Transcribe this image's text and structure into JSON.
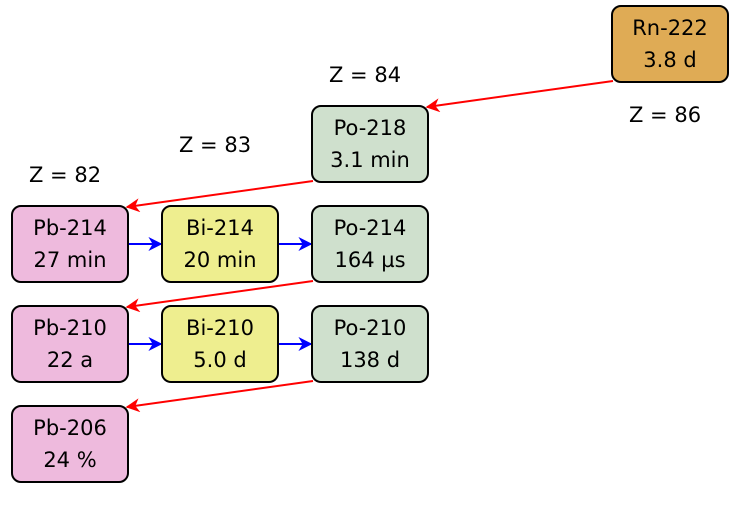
{
  "title": "Radon-222 decay chain",
  "colors": {
    "Rn": "#dfab55",
    "Po": "#cfe0cd",
    "Bi": "#eeee8f",
    "Pb": "#eebadd",
    "alpha_arrow": "#ff0000",
    "beta_arrow": "#0000ff"
  },
  "z_labels": [
    {
      "text": "Z = 86"
    },
    {
      "text": "Z = 84"
    },
    {
      "text": "Z = 83"
    },
    {
      "text": "Z = 82"
    }
  ],
  "nodes": [
    {
      "id": "rn222",
      "nuclide": "Rn-222",
      "value": "3.8 d",
      "element": "Rn"
    },
    {
      "id": "po218",
      "nuclide": "Po-218",
      "value": "3.1 min",
      "element": "Po"
    },
    {
      "id": "pb214",
      "nuclide": "Pb-214",
      "value": "27 min",
      "element": "Pb"
    },
    {
      "id": "bi214",
      "nuclide": "Bi-214",
      "value": "20 min",
      "element": "Bi"
    },
    {
      "id": "po214",
      "nuclide": "Po-214",
      "value": "164 µs",
      "element": "Po"
    },
    {
      "id": "pb210",
      "nuclide": "Pb-210",
      "value": "22 a",
      "element": "Pb"
    },
    {
      "id": "bi210",
      "nuclide": "Bi-210",
      "value": "5.0 d",
      "element": "Bi"
    },
    {
      "id": "po210",
      "nuclide": "Po-210",
      "value": "138 d",
      "element": "Po"
    },
    {
      "id": "pb206",
      "nuclide": "Pb-206",
      "value": "24 %",
      "element": "Pb"
    }
  ],
  "edges": [
    {
      "from": "rn222",
      "to": "po218",
      "type": "alpha"
    },
    {
      "from": "po218",
      "to": "pb214",
      "type": "alpha"
    },
    {
      "from": "pb214",
      "to": "bi214",
      "type": "beta"
    },
    {
      "from": "bi214",
      "to": "po214",
      "type": "beta"
    },
    {
      "from": "po214",
      "to": "pb210",
      "type": "alpha"
    },
    {
      "from": "pb210",
      "to": "bi210",
      "type": "beta"
    },
    {
      "from": "bi210",
      "to": "po210",
      "type": "beta"
    },
    {
      "from": "po210",
      "to": "pb206",
      "type": "alpha"
    }
  ]
}
